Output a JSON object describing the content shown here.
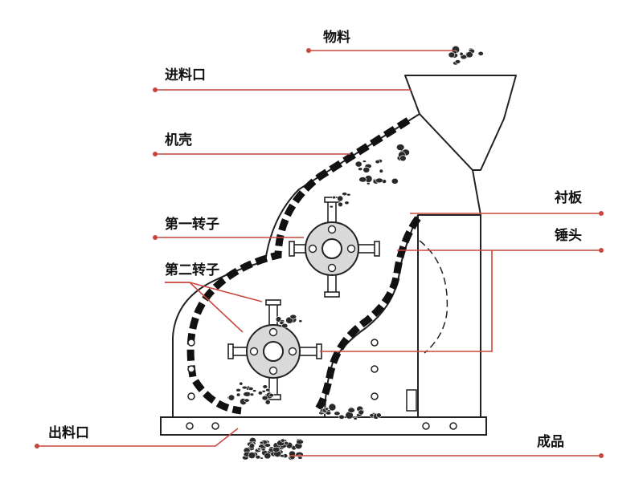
{
  "labels": {
    "material": "物料",
    "feed_inlet": "进料口",
    "casing": "机壳",
    "first_rotor": "第一转子",
    "second_rotor": "第二转子",
    "liner": "衬板",
    "hammer": "锤头",
    "outlet": "出料口",
    "product": "成品"
  },
  "colors": {
    "leader": "#c9483e",
    "outline": "#222222",
    "rotor_fill": "#d9d9d9",
    "material": "#2a2a2a"
  }
}
